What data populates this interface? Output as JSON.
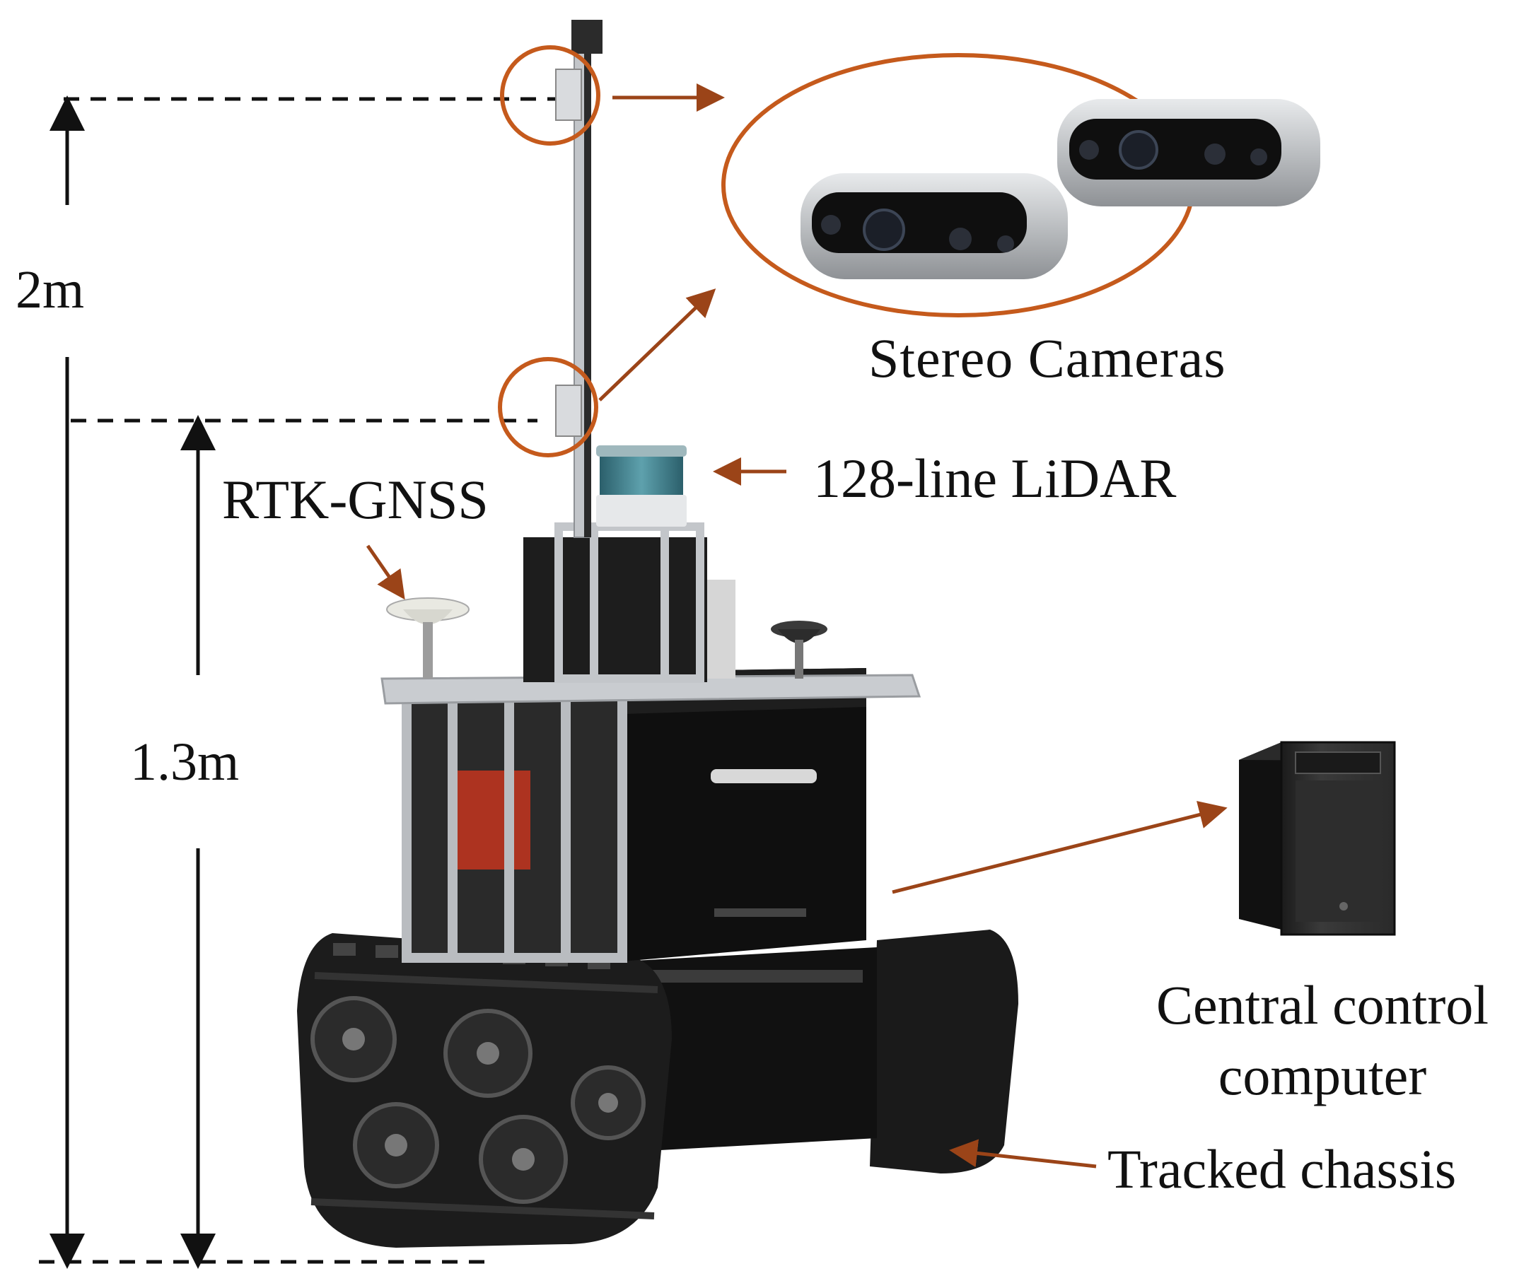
{
  "labels": {
    "height_total": "2m",
    "height_lower": "1.3m",
    "stereo_cameras": "Stereo Cameras",
    "lidar": "128-line LiDAR",
    "rtk_gnss": "RTK-GNSS",
    "central_computer_line1": "Central control",
    "central_computer_line2": "computer",
    "tracked_chassis": "Tracked chassis"
  },
  "colors": {
    "callout": "#c55a1c",
    "callout_arrow": "#9b4418",
    "ink": "#111111",
    "body_black": "#101010",
    "frame_aluminium": "#b9bcc0",
    "lidar_teal": "#3f7f8c",
    "camera_silver": "#c9cccf"
  }
}
